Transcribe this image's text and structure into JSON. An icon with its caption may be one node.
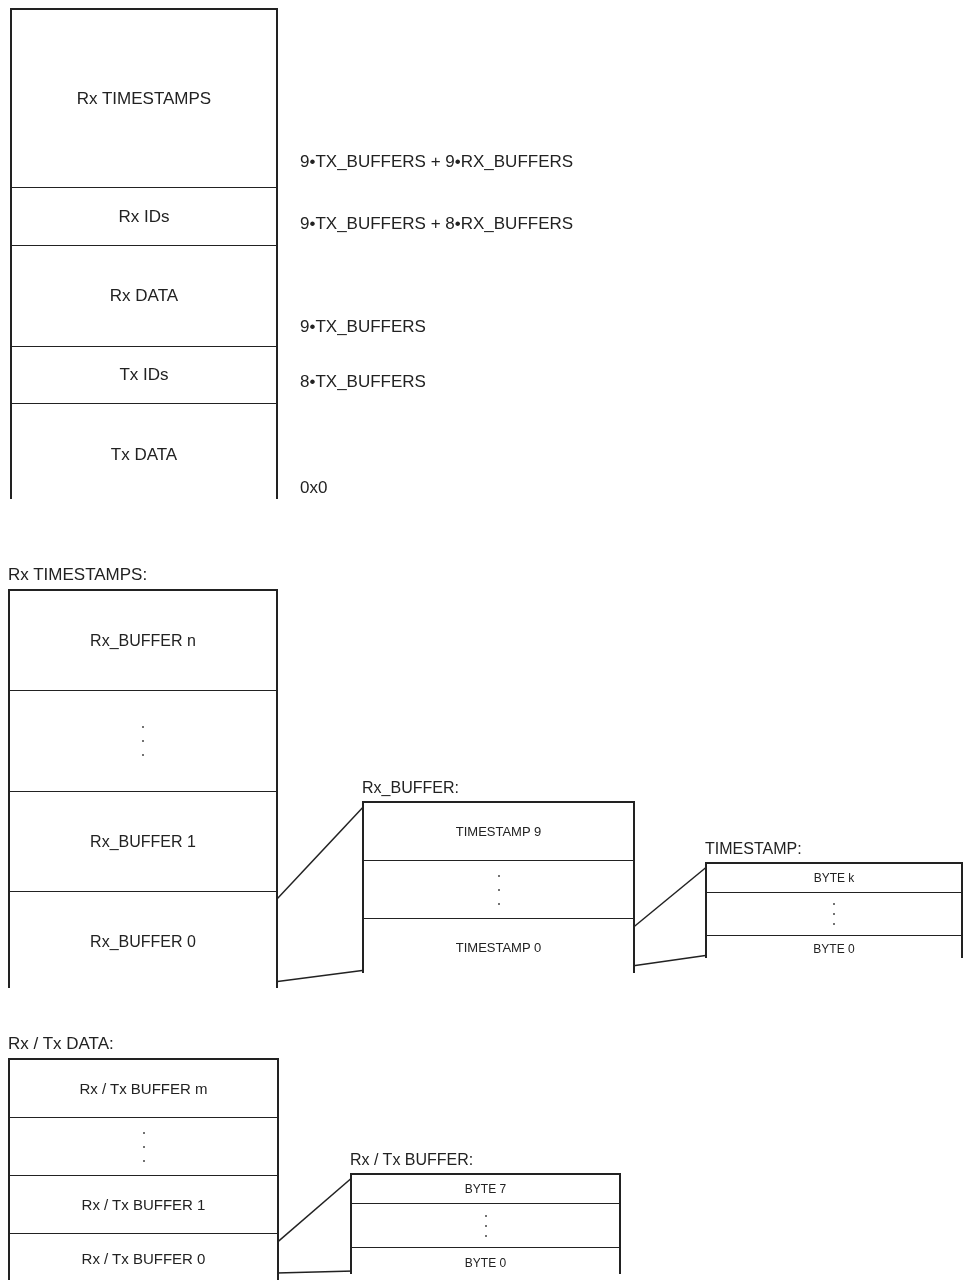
{
  "diagram": {
    "nodes": [
      {
        "text": [],
        "shape": "box"
      },
      {
        "text": [
          "Rx TIMESTAMPS"
        ],
        "in": 0
      },
      {
        "text": [
          "Rx IDs"
        ],
        "in": 0
      },
      {
        "text": [
          "Rx DATA"
        ],
        "in": 0
      },
      {
        "text": [
          "Tx IDs"
        ],
        "in": 0
      },
      {
        "text": [
          "Tx DATA"
        ],
        "in": 0
      },
      {
        "text": [
          "Rx TIMESTAMPS:"
        ]
      },
      {
        "text": [
          "Rx_BUFFER n"
        ],
        "in": 6
      },
      {
        "text": [],
        "shape": "box",
        "in": 6
      },
      {
        "text": [
          "Rx_BUFFER 1"
        ],
        "in": 6
      },
      {
        "text": [
          "Rx_BUFFER 0"
        ],
        "in": 6
      },
      {
        "text": [
          "Rx_BUFFER:"
        ]
      },
      {
        "text": [
          "TIMESTAMP 9"
        ],
        "in": 11
      },
      {
        "text": [],
        "shape": "box",
        "in": 11
      },
      {
        "text": [
          "TIMESTAMP 0"
        ],
        "in": 11
      },
      {
        "text": [
          "TIMESTAMP:"
        ]
      },
      {
        "text": [
          "BYTE k"
        ],
        "in": 15
      },
      {
        "text": [],
        "shape": "box",
        "in": 15
      },
      {
        "text": [
          "BYTE 0"
        ],
        "in": 15
      },
      {
        "text": [
          "Rx / Tx DATA:"
        ]
      },
      {
        "text": [
          "Rx / Tx BUFFER m"
        ],
        "in": 19
      },
      {
        "text": [],
        "shape": "box",
        "in": 19
      },
      {
        "text": [
          "Rx / Tx BUFFER 1"
        ],
        "in": 19
      },
      {
        "text": [
          "Rx / Tx BUFFER 0"
        ],
        "in": 19
      },
      {
        "text": [
          "Rx / Tx BUFFER:"
        ]
      },
      {
        "text": [
          "BYTE 7"
        ],
        "in": 24
      },
      {
        "text": [],
        "shape": "box",
        "in": 24
      },
      {
        "text": [
          "BYTE 0"
        ],
        "in": 24
      }
    ],
    "edges": [
      {
        "from": 10,
        "to": 11,
        "arrow": "none"
      },
      {
        "from": 10,
        "to": 11,
        "arrow": "none"
      },
      {
        "from": 14,
        "to": 15,
        "arrow": "none"
      },
      {
        "from": 14,
        "to": 15,
        "arrow": "none"
      },
      {
        "from": 23,
        "to": 24,
        "arrow": "none"
      },
      {
        "from": 23,
        "to": 24,
        "arrow": "none"
      }
    ],
    "labels": [
      "9•TX_BUFFERS + 9•RX_BUFFERS",
      "9•TX_BUFFERS + 8•RX_BUFFERS",
      "9•TX_BUFFERS",
      "8•TX_BUFFERS",
      "0x0"
    ]
  }
}
